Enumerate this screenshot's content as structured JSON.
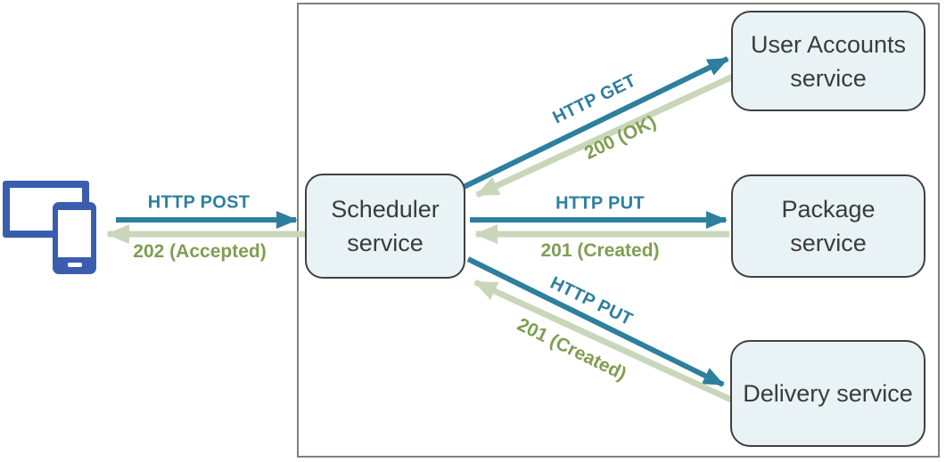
{
  "colors": {
    "request": "#2E7F9E",
    "response_arrow": "#C9D6BA",
    "response_text": "#7F9E52",
    "node_fill": "#E9F3F5",
    "node_border": "#404040",
    "node_text": "#3B3B3B",
    "boundary_border": "#7F7F7F",
    "device_blue": "#3B5DAD"
  },
  "nodes": {
    "scheduler": "Scheduler service",
    "user_accounts": "User Accounts service",
    "package": "Package service",
    "delivery": "Delivery service"
  },
  "flows": {
    "client_to_scheduler": {
      "request": "HTTP POST",
      "response": "202 (Accepted)"
    },
    "scheduler_to_user_accounts": {
      "request": "HTTP GET",
      "response": "200 (OK)"
    },
    "scheduler_to_package": {
      "request": "HTTP PUT",
      "response": "201 (Created)"
    },
    "scheduler_to_delivery": {
      "request": "HTTP PUT",
      "response": "201 (Created)"
    }
  },
  "client": {
    "icon": "client-devices-icon"
  }
}
